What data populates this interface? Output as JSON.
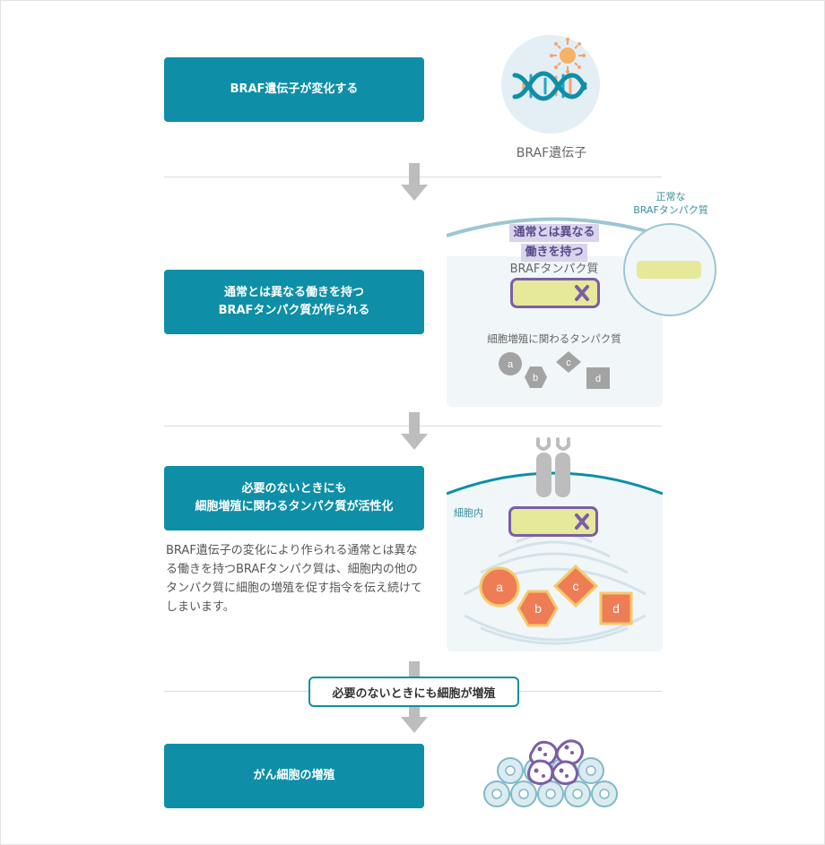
{
  "steps": [
    {
      "label": "BRAF遺伝子が変化する"
    },
    {
      "label_line1": "通常とは異なる働きを持つ",
      "label_line2": "BRAFタンパク質が作られる"
    },
    {
      "label_line1": "必要のないときにも",
      "label_line2": "細胞増殖に関わるタンパク質が活性化"
    },
    {
      "label": "がん細胞の増殖"
    }
  ],
  "gene_caption": "BRAF遺伝子",
  "panel2": {
    "abnormal_line1": "通常とは異なる",
    "abnormal_line2": "働きを持つ",
    "abnormal_protein": "BRAFタンパク質",
    "normal_line1": "正常な",
    "normal_line2": "BRAFタンパク質",
    "growth_proteins": "細胞増殖に関わるタンパク質",
    "protein_letters": [
      "a",
      "b",
      "c",
      "d"
    ]
  },
  "panel3": {
    "cell_interior": "細胞内",
    "protein_letters": [
      "a",
      "b",
      "c",
      "d"
    ]
  },
  "description": "BRAF遺伝子の変化により作られる通常とは異なる働きを持つBRAFタンパク質は、細胞内の他のタンパク質に細胞の増殖を促す指令を伝え続けてしまいます。",
  "callout": "必要のないときにも細胞が増殖",
  "colors": {
    "primary": "#0e8fa7",
    "mutant_outline": "#7b5ea7",
    "protein_fill": "#e6e89a",
    "active_protein": "#ee7d55",
    "active_outline": "#f6c96b",
    "inactive_protein": "#a3a3a3",
    "panel_bg": "#f1f6f9"
  }
}
